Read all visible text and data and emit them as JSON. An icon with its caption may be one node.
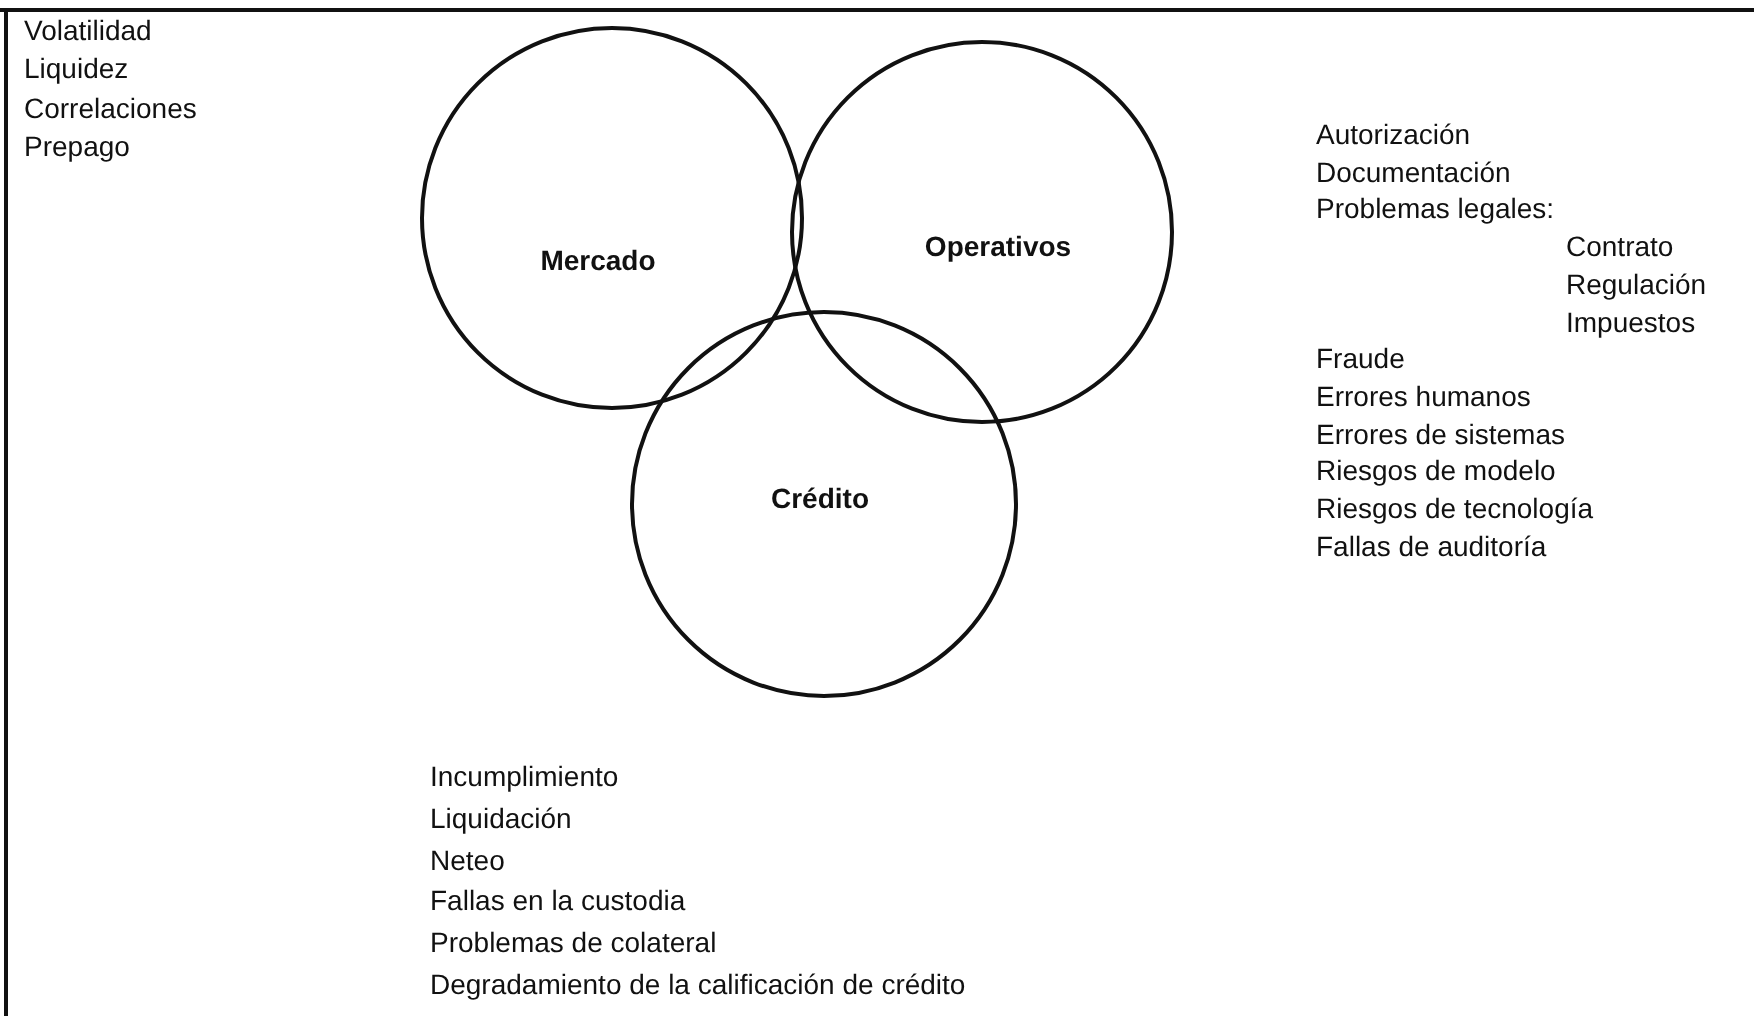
{
  "diagram": {
    "nodes": [
      {
        "text": [
          "Mercado"
        ]
      },
      {
        "text": [
          "Operativos"
        ]
      },
      {
        "text": [
          "Crédito"
        ]
      }
    ],
    "edges": [],
    "labels": [
      "Volatilidad",
      "Liquidez",
      "Correlaciones",
      "Prepago",
      "Autorización",
      "Documentación",
      "Problemas legales:",
      "Contrato",
      "Regulación",
      "Impuestos",
      "Fraude",
      "Errores humanos",
      "Errores de sistemas",
      "Riesgos de modelo",
      "Riesgos de tecnología",
      "Fallas de auditoría",
      "Incumplimiento",
      "Liquidación",
      "Neteo",
      "Fallas en la custodia",
      "Problemas de colateral",
      "Degradamiento de la calificación de crédito"
    ]
  }
}
